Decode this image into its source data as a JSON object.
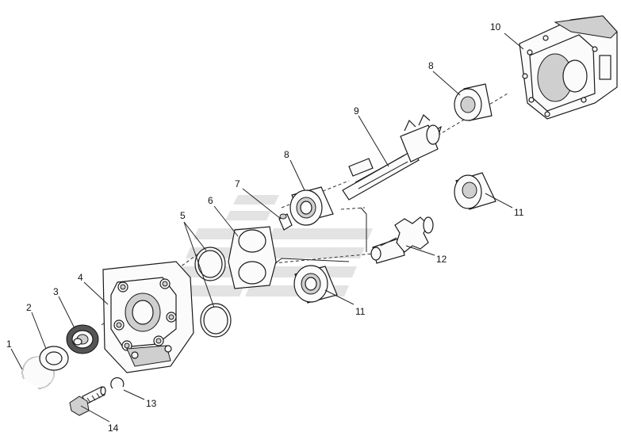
{
  "diagram": {
    "callouts": [
      "1",
      "2",
      "3",
      "4",
      "5",
      "6",
      "7",
      "8",
      "8",
      "9",
      "10",
      "11",
      "11",
      "12",
      "13",
      "14"
    ]
  },
  "colors": {
    "line": "#1a1a1a",
    "watermark": "#d9d9d9",
    "background": "#ffffff"
  }
}
